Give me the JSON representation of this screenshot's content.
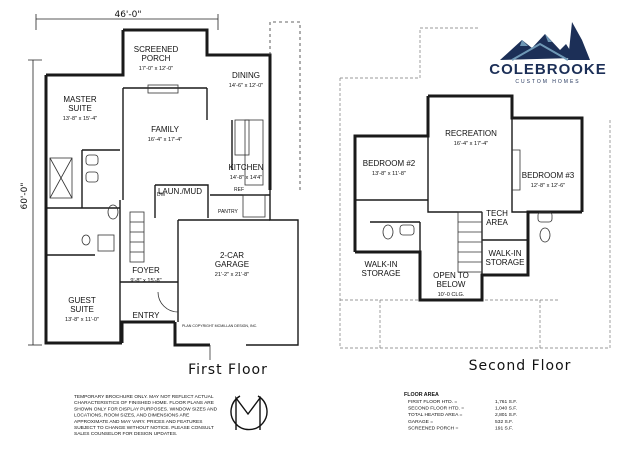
{
  "brand": {
    "name": "COLEBROOKE",
    "tagline": "CUSTOM HOMES",
    "colors": {
      "navy": "#1c2f57",
      "teal": "#6f98b6",
      "text": "#111111"
    }
  },
  "first_floor": {
    "title": "First Floor",
    "width_dim": "46'-0\"",
    "depth_dim": "60'-0\"",
    "rooms": [
      {
        "name": "SCREENED\nPORCH",
        "size": "17'-0\" x 12'-0\""
      },
      {
        "name": "DINING",
        "size": "14'-6\" x 12'-0\""
      },
      {
        "name": "MASTER\nSUITE",
        "size": "13'-8\" x 15'-4\""
      },
      {
        "name": "FAMILY",
        "size": "16'-4\" x 17'-4\""
      },
      {
        "name": "KITCHEN",
        "size": "14'-8\" x 14'4\""
      },
      {
        "name": "LAUN./MUD",
        "size": ""
      },
      {
        "name": "2-CAR\nGARAGE",
        "size": "21'-2\" x 21'-8\""
      },
      {
        "name": "FOYER",
        "size": "9'-8\" x 15'-8\""
      },
      {
        "name": "GUEST\nSUITE",
        "size": "13'-8\" x 11'-0\""
      },
      {
        "name": "ENTRY",
        "size": ""
      }
    ],
    "small_labels": {
      "pantry": "PANTRY",
      "ref": "REF",
      "dw": "DW"
    },
    "copyright": "PLAN COPYRIGHT MCMILLAN DESIGN, INC."
  },
  "second_floor": {
    "title": "Second Floor",
    "rooms": [
      {
        "name": "RECREATION",
        "size": "16'-4\" x 17'-4\""
      },
      {
        "name": "BEDROOM #2",
        "size": "13'-8\" x 11'-8\""
      },
      {
        "name": "BEDROOM #3",
        "size": "12'-8\" x 12'-6\""
      },
      {
        "name": "TECH\nAREA",
        "size": ""
      },
      {
        "name": "WALK-IN\nSTORAGE",
        "size": ""
      },
      {
        "name": "OPEN TO\nBELOW",
        "size": "10'-0 CLG."
      },
      {
        "name": "WALK-IN\nSTORAGE",
        "size": ""
      }
    ]
  },
  "disclaimer": "TEMPORARY BROCHURE ONLY. MAY NOT REFLECT ACTUAL CHARACTERISTICS OF FINISHED HOME. FLOOR PLANS ARE SHOWN ONLY FOR DISPLAY PURPOSES. WINDOW SIZES AND LOCATIONS, ROOM SIZES, AND DIMENSIONS ARE APPROXIMATE AND MAY VARY. PRICES AND FEATURES SUBJECT TO CHANGE WITHOUT NOTICE. PLEASE CONSULT SALES COUNSELOR FOR DESIGN UPDATES.",
  "floor_area": {
    "title": "FLOOR AREA",
    "rows": [
      {
        "label": "FIRST FLOOR HTD. =",
        "value": "1,761 S.F."
      },
      {
        "label": "SECOND FLOOR HTD. =",
        "value": "1,040 S.F."
      },
      {
        "label": "TOTAL HEATED AREA =",
        "value": "2,801 S.F."
      },
      {
        "label": "GARAGE =",
        "value": "532 S.F."
      },
      {
        "label": "SCREENED PORCH =",
        "value": "191 S.F."
      }
    ]
  }
}
